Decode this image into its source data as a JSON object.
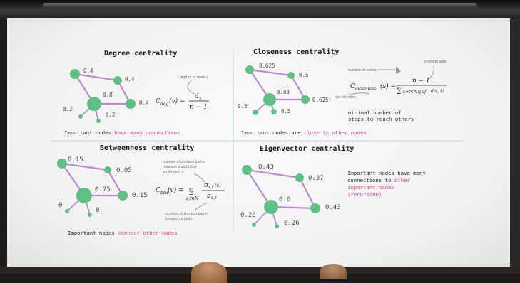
{
  "panels": {
    "degree": {
      "title": "Degree centrality",
      "labels": [
        "0.4",
        "0.4",
        "0.8",
        "0.4",
        "0.2",
        "0.2"
      ],
      "formula_lhs": "C",
      "formula_sub": "deg",
      "formula_arg": "(v) =",
      "formula_num": "d",
      "formula_num_sub": "v",
      "formula_den": "n − 1",
      "annotation": "degree of node v",
      "caption_plain": "Important nodes ",
      "caption_highlight": "have many connections"
    },
    "closeness": {
      "title": "Closeness centrality",
      "labels": [
        "0.625",
        "0.5",
        "0.83",
        "0.625",
        "0.5",
        "0.5"
      ],
      "formula_lhs": "C",
      "formula_sub": "closeness",
      "formula_arg": "(s) =",
      "formula_num": "n − 1",
      "formula_den": "∑",
      "formula_den_sub": "s≠t∈N\\{s}",
      "formula_den_tail": "d(s, t)",
      "annotation_top": "number of nodes",
      "annotation_right": "shortest path",
      "annotation_left": "set of nodes",
      "note_line1": "minimal number of",
      "note_line2": "steps to reach others",
      "caption_plain": "Important nodes are ",
      "caption_highlight": "close to other nodes"
    },
    "betweenness": {
      "title": "Betweenness centrality",
      "labels": [
        "0.15",
        "0.05",
        "0.75",
        "0.15",
        "0",
        "0"
      ],
      "formula_lhs": "C",
      "formula_sub": "btw",
      "formula_arg": "(v) =",
      "formula_sum": "∑",
      "formula_sum_sub": "s,t∈N",
      "formula_num": "σ",
      "formula_num_sub": "s,t",
      "formula_num_tail": "(v)",
      "formula_den": "σ",
      "formula_den_sub": "s,t",
      "annotation_top": [
        "number of shortest paths",
        "between s and t that",
        "go through v"
      ],
      "annotation_bottom": [
        "number of shortest paths",
        "between s and t"
      ],
      "caption_plain": "Important nodes ",
      "caption_highlight": "connect other nodes"
    },
    "eigenvector": {
      "title": "Eigenvector centrality",
      "labels": [
        "0.43",
        "0.37",
        "0.6",
        "0.43",
        "0.26",
        "0.26"
      ],
      "note_plain_1": "Important nodes have many",
      "note_plain_2": "connections to ",
      "note_highlight_1": "other",
      "note_highlight_2": "important nodes",
      "note_highlight_3": "(recursive)"
    }
  },
  "colors": {
    "node": "#5fbf84",
    "edge": "#b98ad1",
    "highlight": "#e83b8b",
    "divider": "#c7d6ea"
  }
}
